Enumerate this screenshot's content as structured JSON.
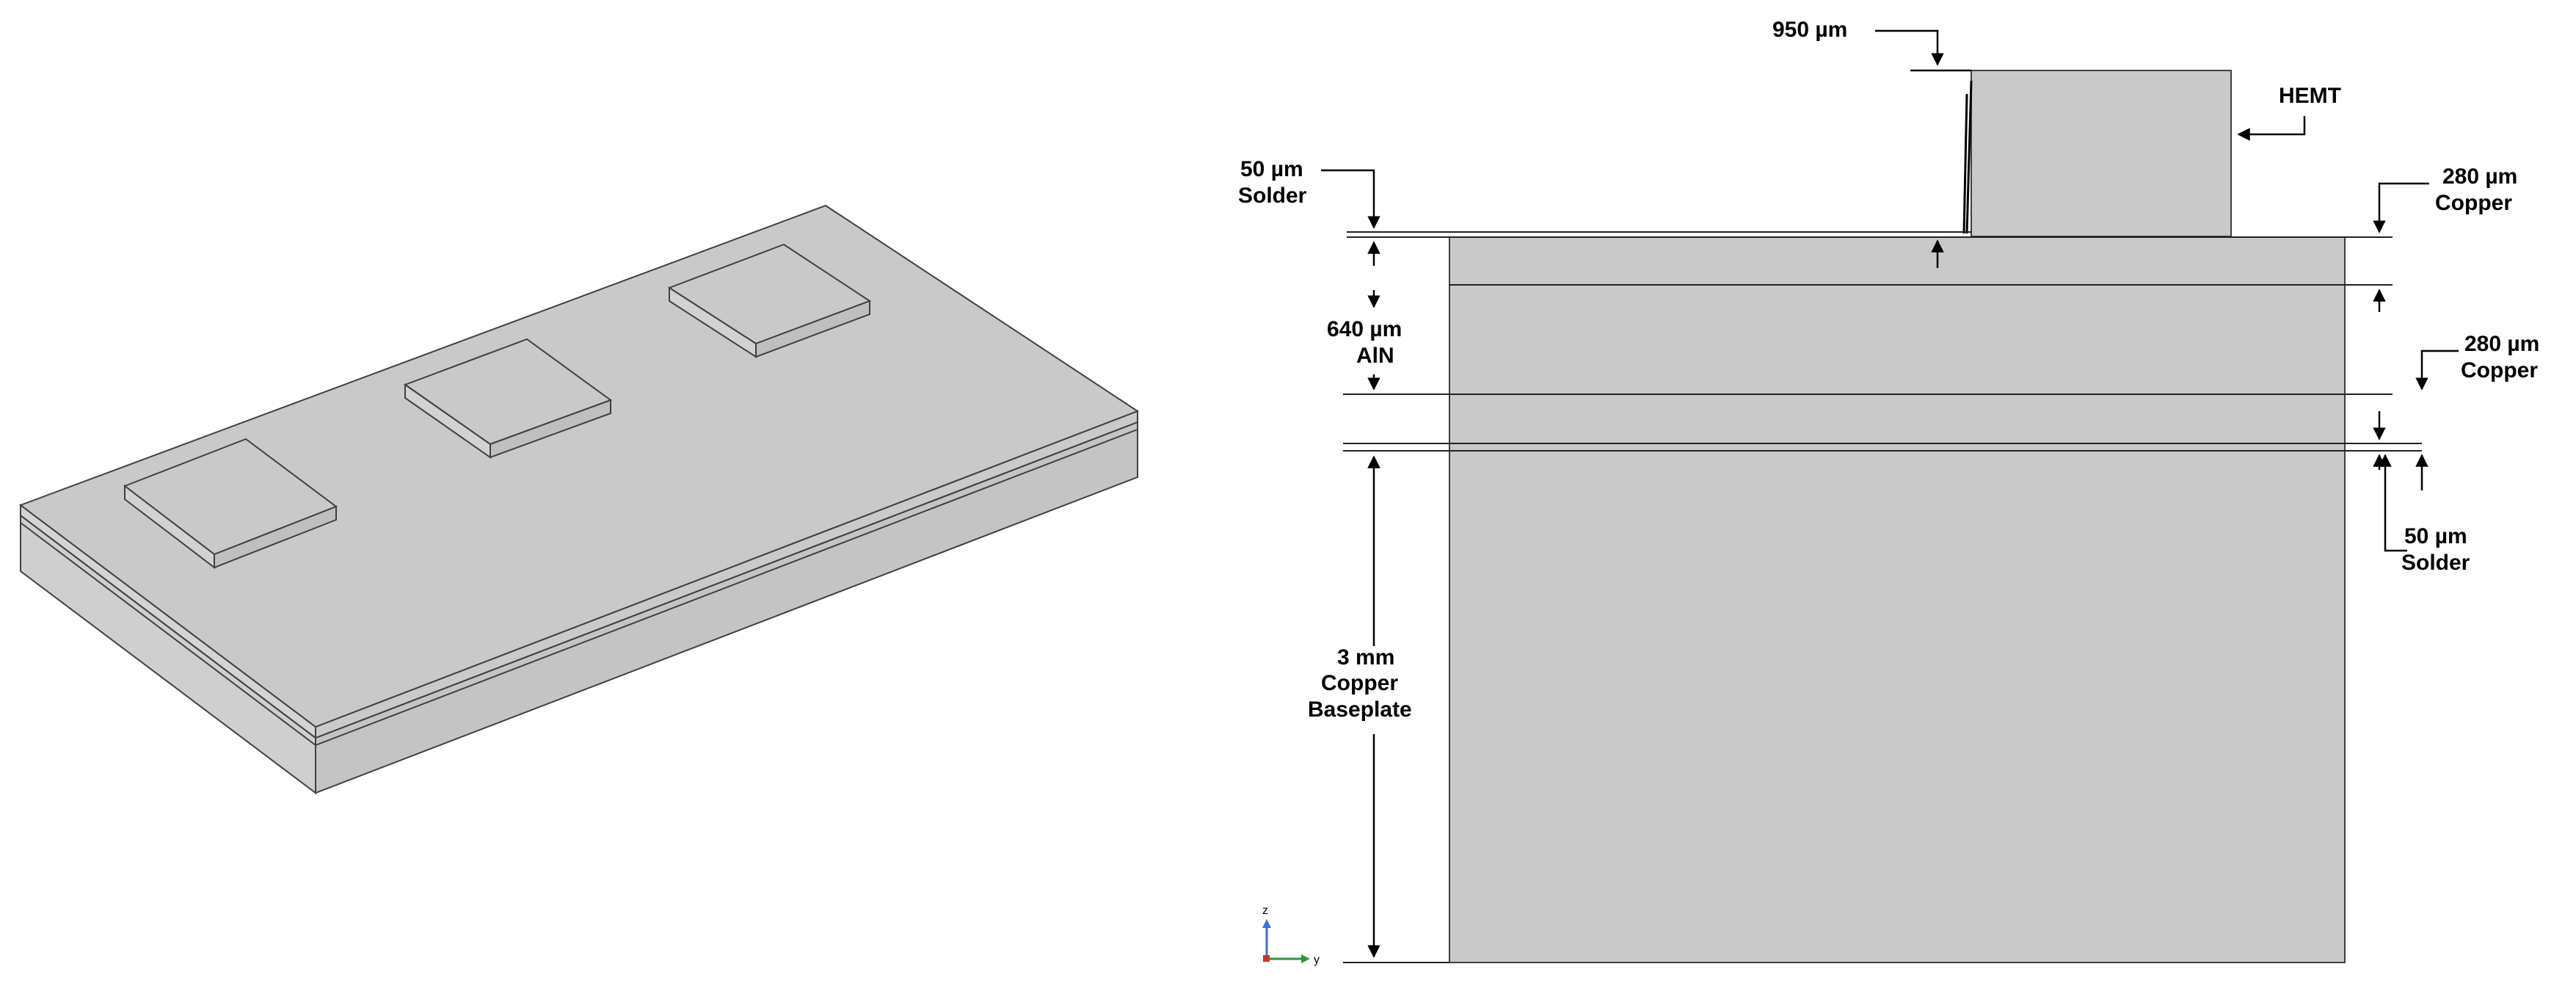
{
  "colors": {
    "background": "#ffffff",
    "top_face": "#c9c9c9",
    "side_face": "#cfcfcf",
    "outline": "#404040",
    "arrow": "#000000",
    "axis_z": "#3a6fd8",
    "axis_y": "#2e9a3a",
    "axis_x": "#c0392b"
  },
  "labels": {
    "hemt_width": "950 µm",
    "hemt": "HEMT",
    "solder_top_thickness": "50 µm",
    "solder_top_name": "Solder",
    "copper_top_thickness": "280 µm",
    "copper_top_name": "Copper",
    "aln_thickness": "640 µm",
    "aln_name": "AlN",
    "copper_bottom_thickness": "280 µm",
    "copper_bottom_name": "Copper",
    "solder_bottom_thickness": "50 µm",
    "solder_bottom_name": "Solder",
    "baseplate_thickness": "3 mm",
    "baseplate_name_1": "Copper",
    "baseplate_name_2": "Baseplate"
  },
  "axes": {
    "z": "z",
    "y": "y"
  }
}
